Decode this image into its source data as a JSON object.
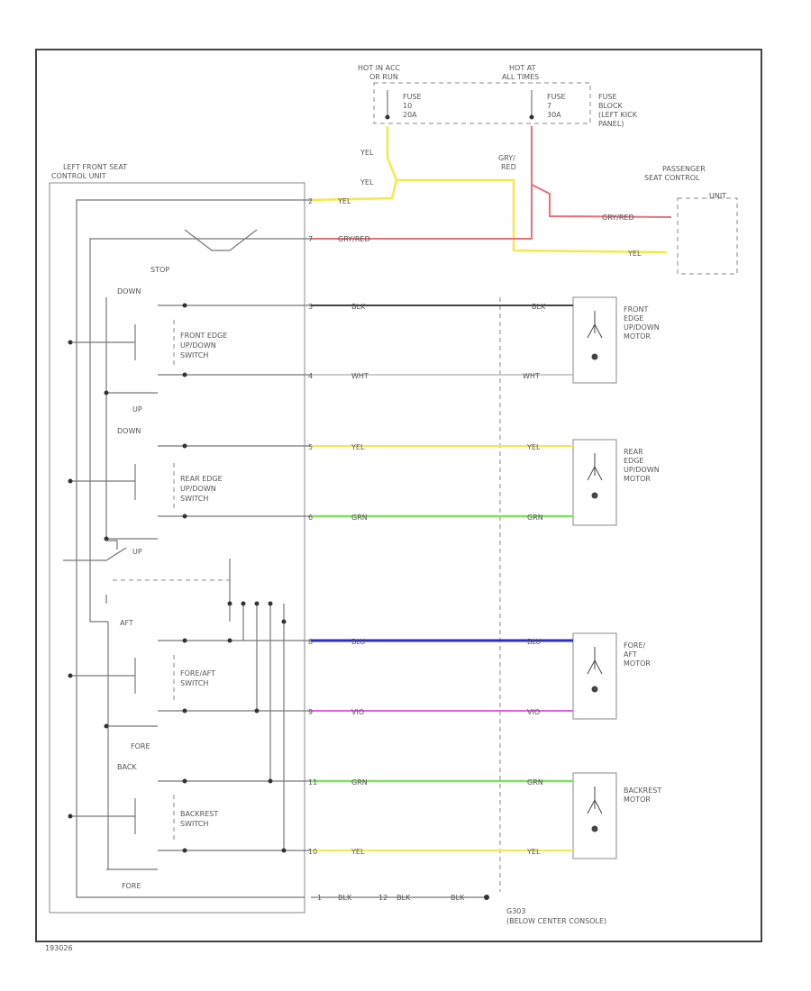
{
  "colors": {
    "yel": "#f2ea4a",
    "red": "#e8707a",
    "blk": "#444444",
    "wht": "#bbbbbb",
    "grn": "#7ee060",
    "blu": "#2b2bd6",
    "vio": "#e060e0",
    "frame": "#444444",
    "ground_wire": "#777777"
  },
  "labels": {
    "hot_run": [
      "HOT IN ACC",
      "OR RUN"
    ],
    "hot_all": [
      "HOT AT",
      "ALL TIMES"
    ],
    "fuse_a": [
      "FUSE",
      "10",
      "20A"
    ],
    "fuse_b": [
      "FUSE",
      "7",
      "30A"
    ],
    "fuse_block": [
      "FUSE",
      "BLOCK",
      "(LEFT KICK",
      "PANEL)"
    ],
    "left_unit": [
      "LEFT FRONT SEAT",
      "CONTROL UNIT"
    ],
    "pass_unit": [
      "PASSENGER",
      "SEAT CONTROL",
      "UNIT"
    ],
    "stop": "STOP",
    "front_switch": [
      "FRONT EDGE",
      "UP/DOWN",
      "SWITCH"
    ],
    "rear_switch": [
      "REAR EDGE",
      "UP/DOWN",
      "SWITCH"
    ],
    "foreaft_switch": [
      "FORE/AFT",
      "SWITCH"
    ],
    "backrest_switch": [
      "BACKREST",
      "SWITCH"
    ],
    "down_1": "DOWN",
    "up_1": "UP",
    "down_2": "DOWN",
    "up_2": "UP",
    "aft": "AFT",
    "fore_1": "FORE",
    "back": "BACK",
    "fore_2": "FORE",
    "front_motor": [
      "FRONT",
      "EDGE",
      "UP/DOWN",
      "MOTOR"
    ],
    "rear_motor": [
      "REAR",
      "EDGE",
      "UP/DOWN",
      "MOTOR"
    ],
    "foreaft_motor": [
      "FORE/",
      "AFT",
      "MOTOR"
    ],
    "backrest_motor": [
      "BACKREST",
      "MOTOR"
    ],
    "ground": [
      "G303",
      "(BELOW CENTER CONSOLE)"
    ],
    "footer_code": "193026"
  },
  "wires": {
    "yel_1": "YEL",
    "yel_2": "YEL",
    "yel_3": "YEL",
    "grn_red": "GRY/RED",
    "grn_red_2": "GRY/",
    "grn_red_3": "RED",
    "grn_red_pass": "GRY/RED",
    "yel_pass": "YEL",
    "blk_1": "BLK",
    "blk_1b": "BLK",
    "wht_1": "WHT",
    "wht_1b": "WHT",
    "yel_4": "YEL",
    "yel_4b": "YEL",
    "grn_1": "GRN",
    "grn_1b": "GRN",
    "blu_1": "BLU",
    "blu_1b": "BLU",
    "vio_1": "VIO",
    "vio_1b": "VIO",
    "grn_2": "GRN",
    "grn_2b": "GRN",
    "yel_5": "YEL",
    "yel_5b": "YEL",
    "blk_g1": "BLK",
    "blk_g2": "BLK",
    "blk_g3": "BLK"
  },
  "pins": {
    "p2": "2",
    "p7": "7",
    "p3": "3",
    "p4": "4",
    "p5": "5",
    "p6": "6",
    "p8": "8",
    "p9": "9",
    "p11": "11",
    "p10": "10",
    "p1": "1",
    "p12": "12"
  }
}
